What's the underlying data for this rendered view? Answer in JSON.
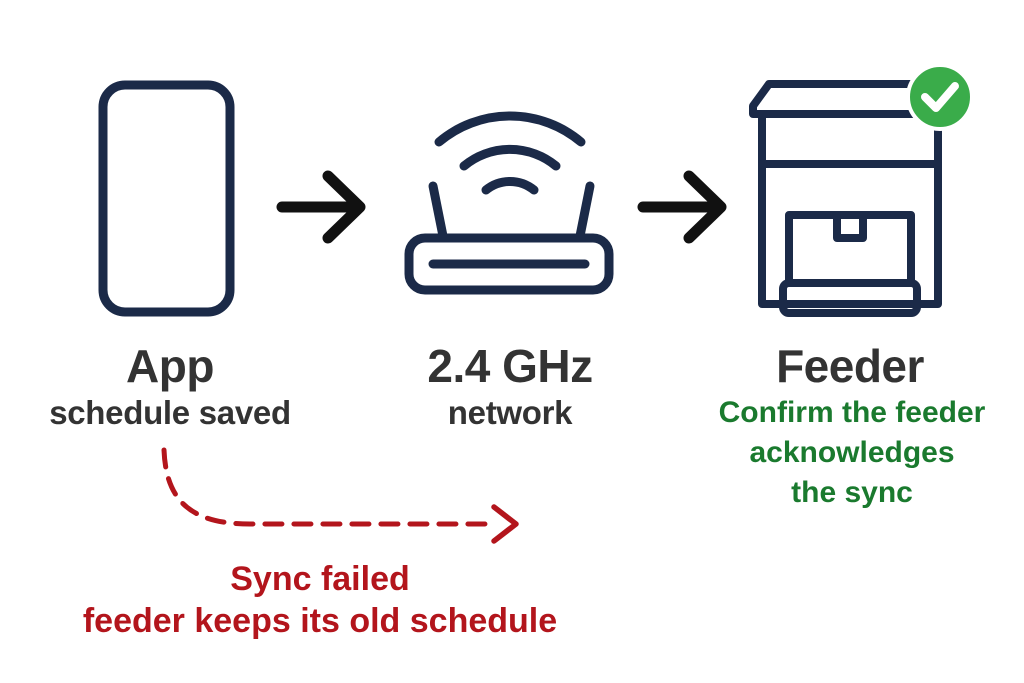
{
  "nodes": {
    "app": {
      "title": "App",
      "subtitle": "schedule saved"
    },
    "network": {
      "title": "2.4 GHz",
      "subtitle": "network"
    },
    "feeder": {
      "title": "Feeder",
      "note_line1": "Confirm the feeder",
      "note_line2": "acknowledges",
      "note_line3": "the sync"
    }
  },
  "failure": {
    "line1": "Sync failed",
    "line2": "feeder keeps its old schedule"
  },
  "colors": {
    "icon_stroke": "#1b2a48",
    "arrow": "#111111",
    "text": "#333333",
    "success_green": "#1a7a2e",
    "check_badge": "#3aac4a",
    "failure_red": "#b3151c"
  },
  "icons": {
    "app": "smartphone-icon",
    "network": "wifi-router-icon",
    "feeder": "pet-feeder-icon",
    "confirmed": "check-badge-icon"
  }
}
